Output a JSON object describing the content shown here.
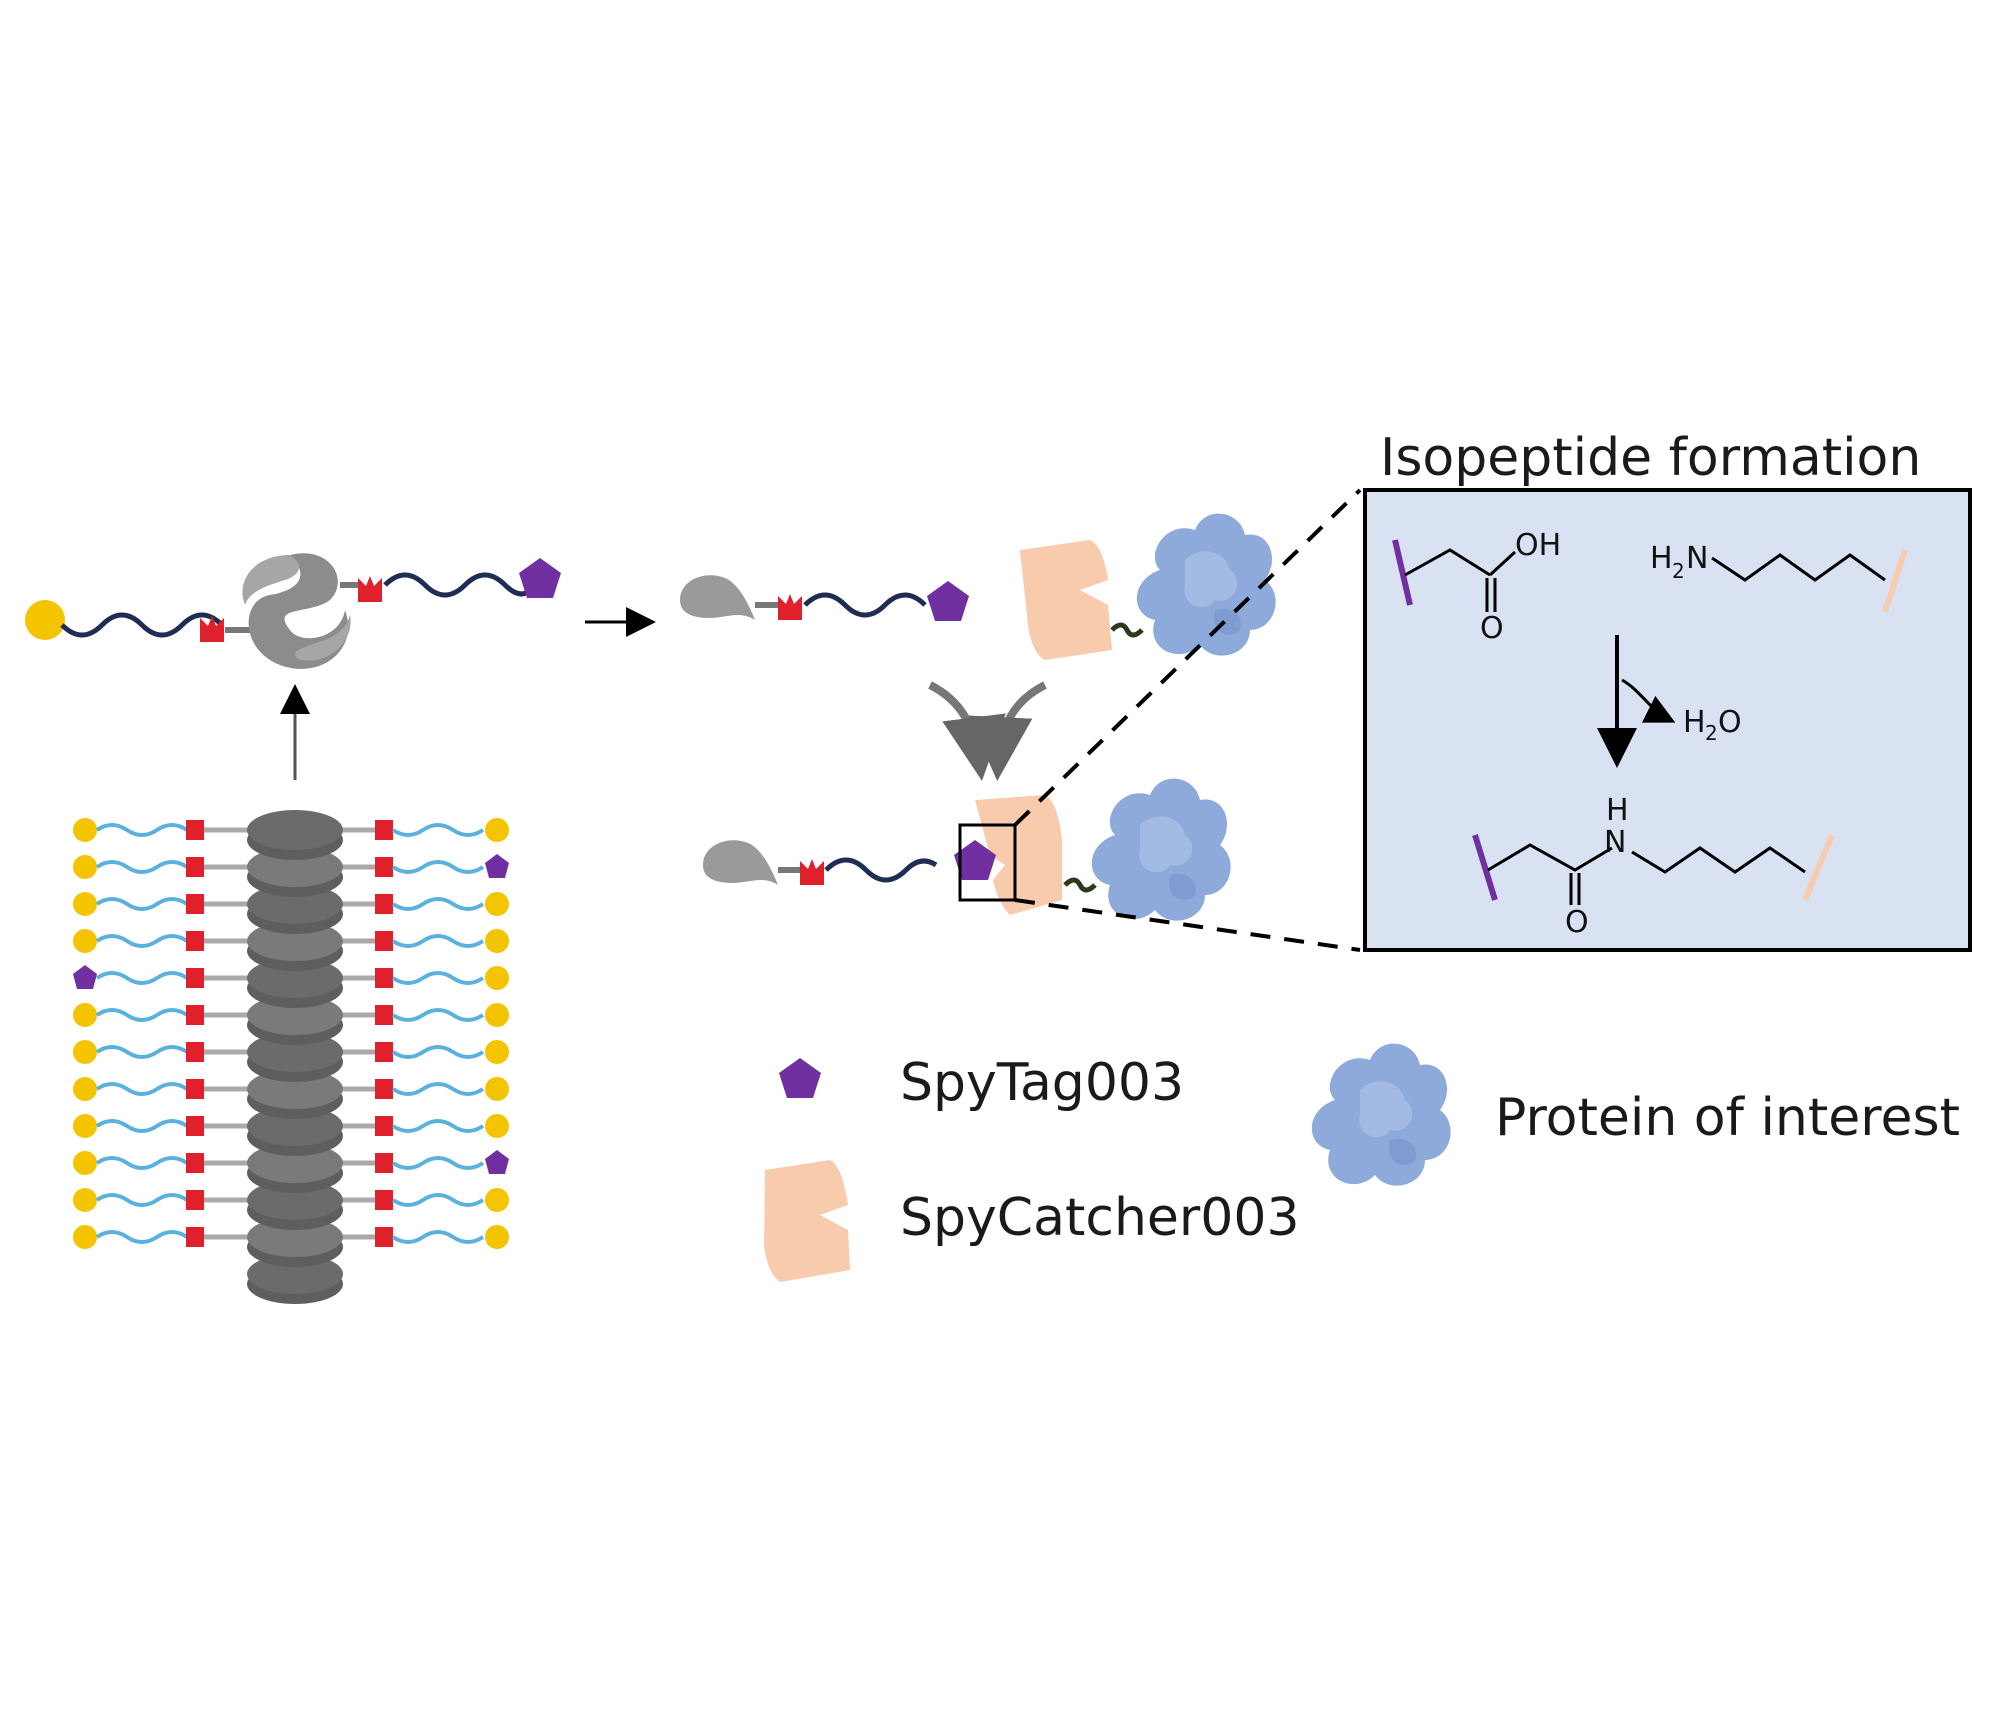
{
  "inset": {
    "title": "Isopeptide formation",
    "reactant_acid_label": "OH",
    "reactant_acid_o": "O",
    "amine_h": "H",
    "amine_sub": "2",
    "amine_n": "N",
    "water_h": "H",
    "water_sub": "2",
    "water_o": "O",
    "product_h": "H",
    "product_n": "N",
    "product_o": "O",
    "background_color": "#d9e2f2"
  },
  "legend": {
    "spytag": "SpyTag003",
    "spycatcher": "SpyCatcher003",
    "protein": "Protein of interest"
  },
  "colors": {
    "spytag": "#7030a0",
    "spycatcher": "#f8cbad",
    "protein": "#8eaadb",
    "yellow_bead": "#f5c400",
    "red_linker": "#e0202a",
    "navy_strand": "#1f2d55",
    "light_strand": "#5bb1de",
    "gray_core": "#808080"
  },
  "icons": {
    "spytag": "pentagon-icon",
    "spycatcher": "catcher-block-icon",
    "protein": "protein-blob-icon"
  }
}
